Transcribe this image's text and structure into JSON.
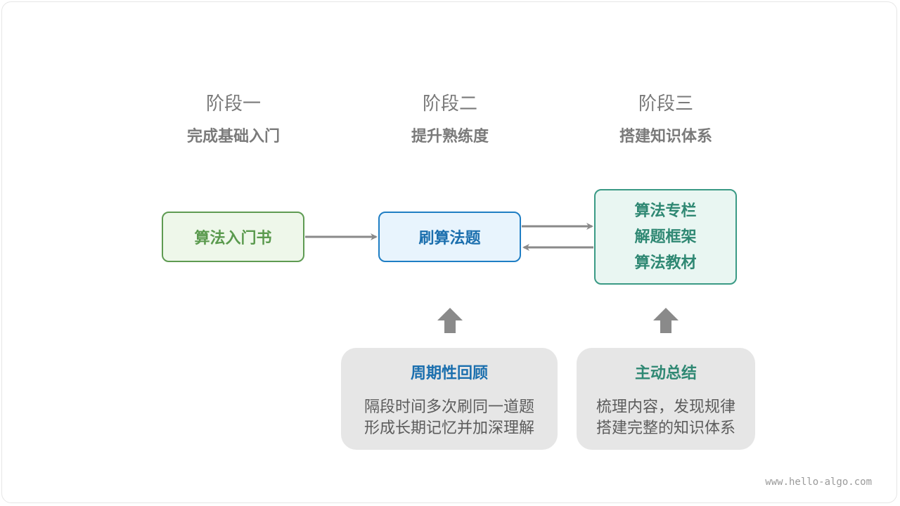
{
  "stages": [
    {
      "title": "阶段一",
      "subtitle": "完成基础入门"
    },
    {
      "title": "阶段二",
      "subtitle": "提升熟练度"
    },
    {
      "title": "阶段三",
      "subtitle": "搭建知识体系"
    }
  ],
  "nodes": {
    "beginner_book": "算法入门书",
    "practice": "刷算法题",
    "knowledge": [
      "算法专栏",
      "解题框架",
      "算法教材"
    ]
  },
  "cards": {
    "review": {
      "title": "周期性回顾",
      "lines": [
        "隔段时间多次刷同一道题",
        "形成长期记忆并加深理解"
      ]
    },
    "summary": {
      "title": "主动总结",
      "lines": [
        "梳理内容，发现规律",
        "搭建完整的知识体系"
      ]
    }
  },
  "watermark": "www.hello-algo.com",
  "colors": {
    "green": "#5e9b52",
    "blue": "#1f7ec4",
    "teal": "#3a9a85",
    "arrow": "#8a8a8a"
  }
}
